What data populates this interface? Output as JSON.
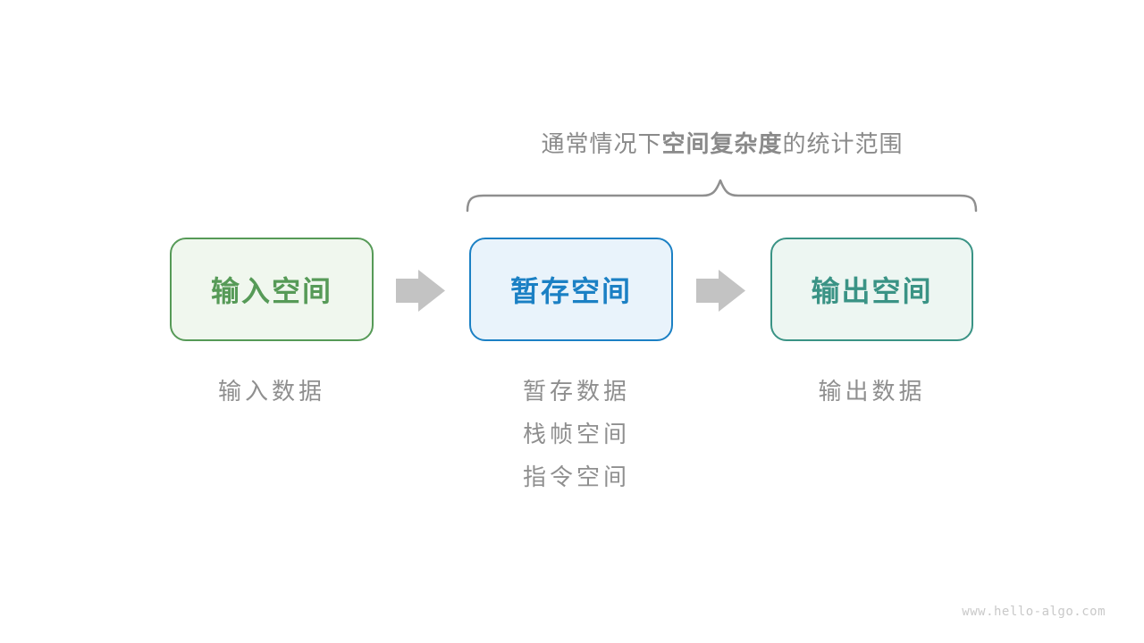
{
  "title": {
    "prefix": "通常情况下",
    "bold": "空间复杂度",
    "suffix": "的统计范围"
  },
  "boxes": [
    {
      "label": "输入空间",
      "border_color": "#569a57",
      "fill_color": "#f0f7ee",
      "notes": [
        "输入数据"
      ]
    },
    {
      "label": "暂存空间",
      "border_color": "#1b80c4",
      "fill_color": "#e9f3fb",
      "notes": [
        "暂存数据",
        "栈帧空间",
        "指令空间"
      ]
    },
    {
      "label": "输出空间",
      "border_color": "#3a9385",
      "fill_color": "#edf6f2",
      "notes": [
        "输出数据"
      ]
    }
  ],
  "decorations": {
    "brace_color": "#8f8f8f",
    "arrow_color": "#c3c3c3",
    "arrow_icon": "right-block-arrow"
  },
  "colors": {
    "background": "#ffffff",
    "title_text": "#8a8a8a",
    "note_text": "#8f8f8f",
    "watermark_text": "#c9c9c9"
  },
  "footer": {
    "watermark": "www.hello-algo.com"
  }
}
